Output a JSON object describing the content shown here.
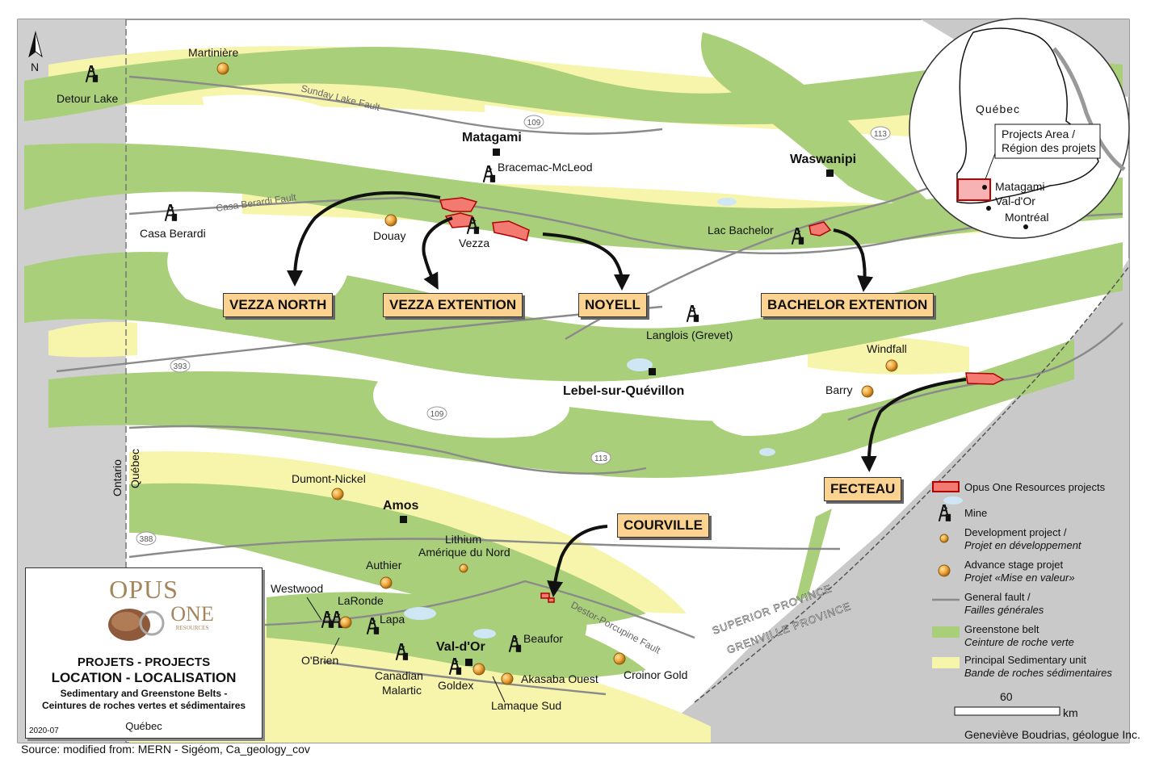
{
  "colors": {
    "greenstone": "#a9cf7a",
    "sedimentary": "#f7f5ab",
    "grenville": "#c9c9c9",
    "project_fill": "#f27a70",
    "project_box": "#fbd28f",
    "fault": "#8a8a8a"
  },
  "north": {
    "label": "N"
  },
  "border": {
    "ontario": "Ontario",
    "quebec": "Québec"
  },
  "towns": {
    "matagami": "Matagami",
    "waswanipi": "Waswanipi",
    "lebel": "Lebel-sur-Quévillon",
    "amos": "Amos",
    "valdor": "Val-d'Or"
  },
  "mines": {
    "detour": "Detour Lake",
    "casa": "Casa Berardi",
    "bracemac": "Bracemac-McLeod",
    "vezza": "Vezza",
    "bachelor": "Lac Bachelor",
    "langlois": "Langlois (Grevet)",
    "westwood": "Westwood",
    "laronde": "LaRonde",
    "lapa": "Lapa",
    "canadian": "Canadian",
    "malartic": "Malartic",
    "goldex": "Goldex",
    "beaufor": "Beaufor"
  },
  "deposits": {
    "martiniere": "Martinière",
    "douay": "Douay",
    "windfall": "Windfall",
    "barry": "Barry",
    "dumont": "Dumont-Nickel",
    "authier": "Authier",
    "lithium1": "Lithium",
    "lithium2": "Amérique du Nord",
    "obrien": "O'Brien",
    "akasaba": "Akasaba Ouest",
    "croinor": "Croinor Gold",
    "lamaque": "Lamaque Sud"
  },
  "faults": {
    "sunday": "Sunday Lake Fault",
    "casa": "Casa Berardi Fault",
    "destor": "Destor-Porcupine Fault"
  },
  "provinces": {
    "superior": "SUPERIOR PROVINCE",
    "grenville": "GRENVILLE PROVINCE"
  },
  "roads": {
    "r109a": "109",
    "r109b": "109",
    "r113a": "113",
    "r113b": "113",
    "r393": "393",
    "r388": "388"
  },
  "projects": {
    "vezza_north": "VEZZA NORTH",
    "vezza_extention": "VEZZA EXTENTION",
    "noyell": "NOYELL",
    "bachelor_extention": "BACHELOR EXTENTION",
    "fecteau": "FECTEAU",
    "courville": "COURVILLE"
  },
  "inset": {
    "province": "Québec",
    "area1": "Projects Area /",
    "area2": "Région des projets",
    "matagami": "Matagami",
    "valdor": "Val-d'Or",
    "montreal": "Montréal"
  },
  "title": {
    "logo1": "OPUS",
    "logo2": "ONE",
    "logo3": "RESOURCES",
    "line1": "PROJETS -  PROJECTS",
    "line2": "LOCATION - LOCALISATION",
    "line3": "Sedimentary and Greenstone Belts -",
    "line4": "Ceintures de roches vertes et sédimentaires",
    "region": "Québec",
    "date": "2020-07"
  },
  "legend": {
    "opus": "Opus One Resources projects",
    "mine": "Mine",
    "dev1": "Development project /",
    "dev2": "Projet en développement",
    "adv1": "Advance stage projet",
    "adv2": "Projet «Mise en valeur»",
    "fault1": "General fault /",
    "fault2": "Failles générales",
    "green1": "Greenstone belt",
    "green2": "Ceinture de roche verte",
    "sed1": "Principal Sedimentary unit",
    "sed2": "Bande de roches sédimentaires"
  },
  "scale": {
    "value": "60",
    "unit": "km"
  },
  "credits": {
    "author": "Geneviève Boudrias, géologue Inc.",
    "source": "Source: modified from: MERN - Sigéom, Ca_geology_cov"
  }
}
